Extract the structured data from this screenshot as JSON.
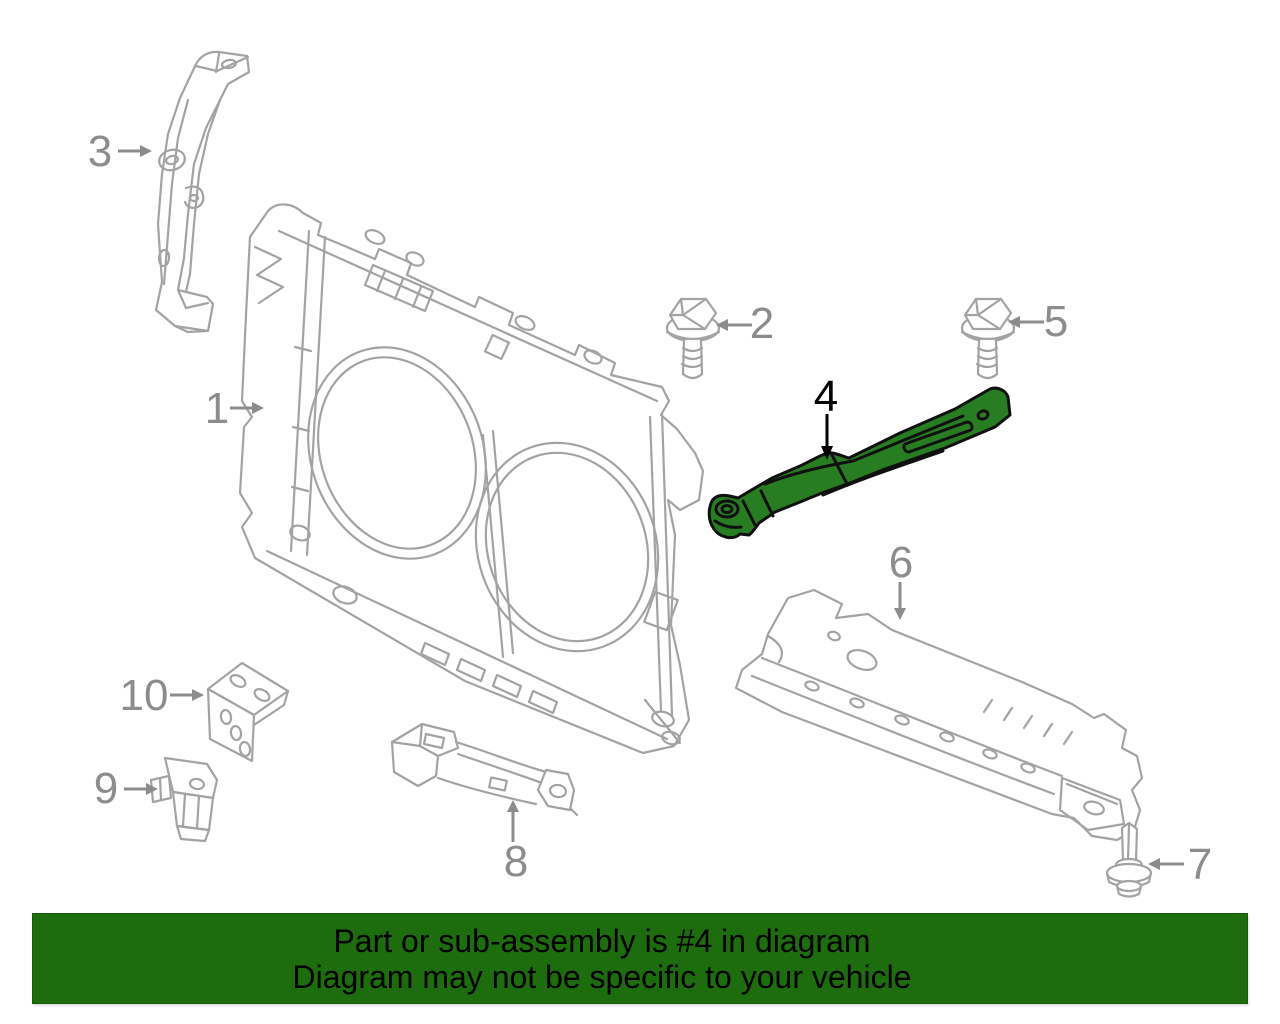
{
  "banner": {
    "line1": "Part or sub-assembly is #4 in diagram",
    "line2": "Diagram may not be specific to your vehicle",
    "background_color": "#1d6c0e",
    "text_color": "#000000"
  },
  "diagram": {
    "background_color": "#ffffff",
    "line_art_color": "#a3a3a3",
    "callout_color": "#8c8c8c",
    "highlighted_callout_color": "#000000",
    "highlighted_part_fill": "#287d23",
    "highlighted_part_number": "4",
    "callouts": [
      {
        "number": "1",
        "highlighted": false
      },
      {
        "number": "2",
        "highlighted": false
      },
      {
        "number": "3",
        "highlighted": false
      },
      {
        "number": "4",
        "highlighted": true
      },
      {
        "number": "5",
        "highlighted": false
      },
      {
        "number": "6",
        "highlighted": false
      },
      {
        "number": "7",
        "highlighted": false
      },
      {
        "number": "8",
        "highlighted": false
      },
      {
        "number": "9",
        "highlighted": false
      },
      {
        "number": "10",
        "highlighted": false
      }
    ]
  }
}
